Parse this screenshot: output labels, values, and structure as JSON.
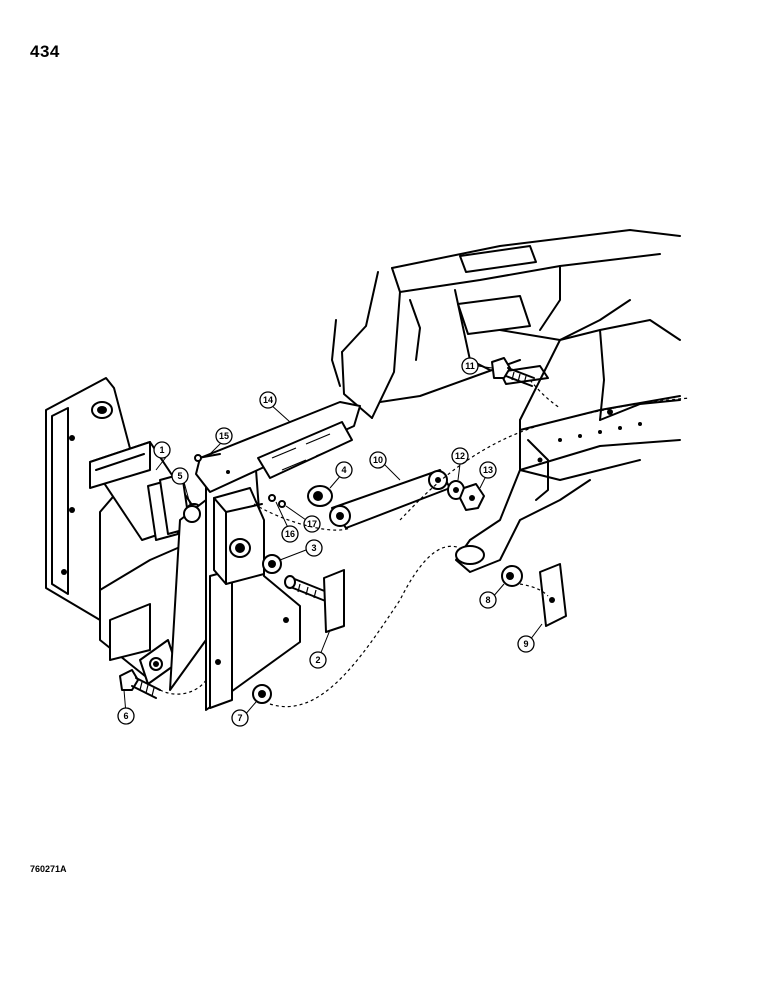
{
  "page": {
    "number": "434",
    "figure_code": "760271A"
  },
  "callouts": [
    {
      "id": "c1",
      "label": "1"
    },
    {
      "id": "c2",
      "label": "2"
    },
    {
      "id": "c3",
      "label": "3"
    },
    {
      "id": "c4",
      "label": "4"
    },
    {
      "id": "c5",
      "label": "5"
    },
    {
      "id": "c6",
      "label": "6"
    },
    {
      "id": "c7",
      "label": "7"
    },
    {
      "id": "c8",
      "label": "8"
    },
    {
      "id": "c9",
      "label": "9"
    },
    {
      "id": "c10",
      "label": "10"
    },
    {
      "id": "c11",
      "label": "11"
    },
    {
      "id": "c12",
      "label": "12"
    },
    {
      "id": "c13",
      "label": "13"
    },
    {
      "id": "c14",
      "label": "14"
    },
    {
      "id": "c15",
      "label": "15"
    },
    {
      "id": "c16",
      "label": "16"
    },
    {
      "id": "c17",
      "label": "17"
    }
  ]
}
